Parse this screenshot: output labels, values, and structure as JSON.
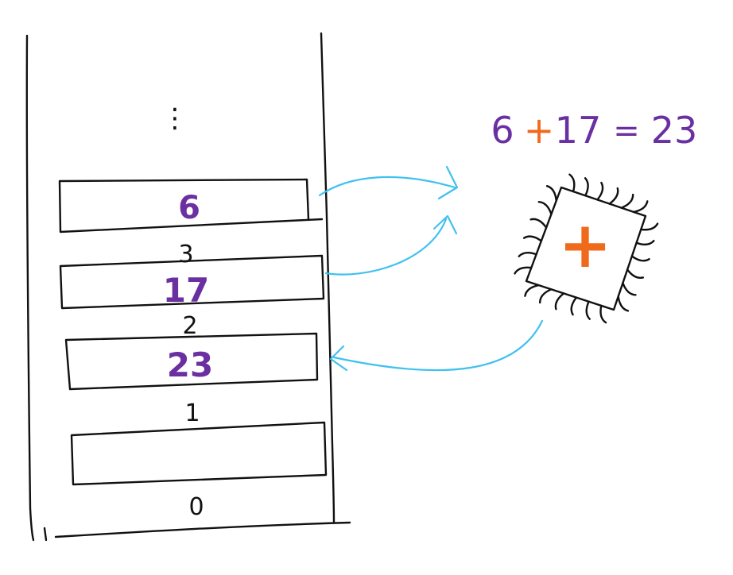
{
  "colors": {
    "ink": "#111111",
    "value": "#6a2fa0",
    "operator": "#f06a1c",
    "arrow": "#3fc1ef"
  },
  "memory": {
    "ellipsis": "⋮",
    "cells": [
      {
        "value": "6"
      },
      {
        "value": "17"
      },
      {
        "value": "23"
      },
      {
        "value": ""
      }
    ],
    "addresses": [
      "3",
      "2",
      "1",
      "0"
    ]
  },
  "equation": {
    "a": "6",
    "op": "+",
    "b": "17",
    "equals": "=",
    "result": "23"
  },
  "processor": {
    "symbol": "+"
  },
  "icons": [
    "cpu-chip-icon"
  ]
}
